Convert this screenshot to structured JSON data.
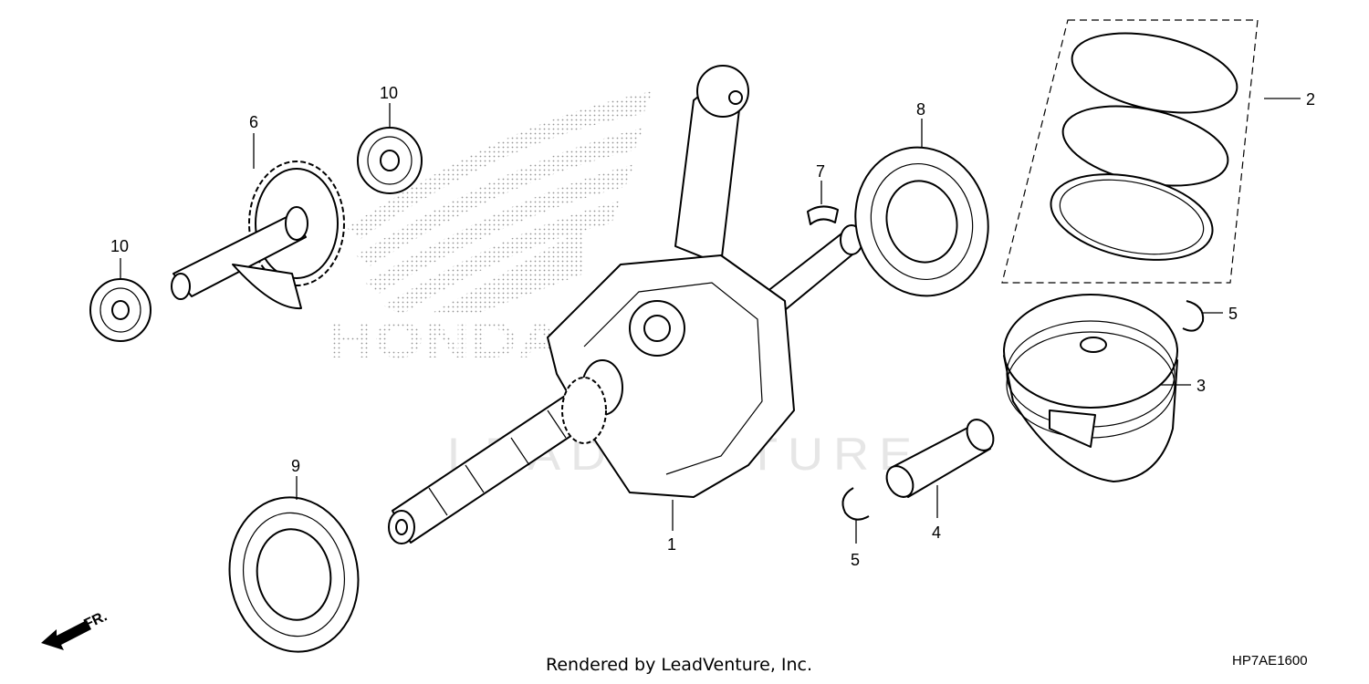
{
  "watermark": {
    "logo_text": "HONDA",
    "brand_text": "LEADVENTURE"
  },
  "callouts": {
    "crankshaft": "1",
    "piston_ring_set": "2",
    "piston": "3",
    "piston_pin": "4",
    "clip_right": "5",
    "clip_bottom": "5",
    "balancer_gear": "6",
    "woodruff_key": "7",
    "bearing_8": "8",
    "bearing_9": "9",
    "bearing_10_top": "10",
    "bearing_10_left": "10"
  },
  "direction_label": "FR.",
  "footer": {
    "rendered_by": "Rendered by LeadVenture, Inc.",
    "diagram_code": "HP7AE1600"
  }
}
